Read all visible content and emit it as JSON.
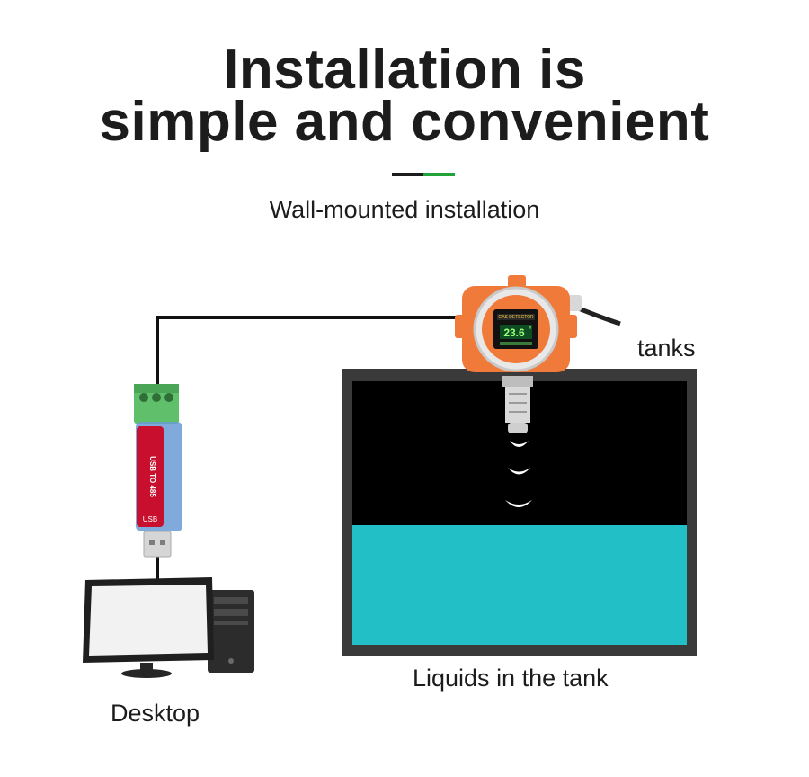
{
  "title": {
    "line1": "Installation is",
    "line2": "simple and convenient"
  },
  "subtitle": "Wall-mounted installation",
  "labels": {
    "tanks": "tanks",
    "liquids": "Liquids in the tank",
    "desktop": "Desktop"
  },
  "detector": {
    "header": "GAS DETECTOR",
    "reading": "23.6",
    "unit": "°"
  },
  "usb_adapter": {
    "main_text": "USB TO 485",
    "bottom_text": "USB"
  },
  "colors": {
    "accent_green": "#22a33a",
    "liquid": "#22c0c6",
    "tank_dark": "#000000",
    "detector_orange": "#f07a3a",
    "adapter_red": "#c8102e"
  },
  "icons": [
    "computer-icon",
    "usb-to-485-adapter-icon",
    "gas-detector-icon",
    "ultrasonic-wave-icon"
  ]
}
